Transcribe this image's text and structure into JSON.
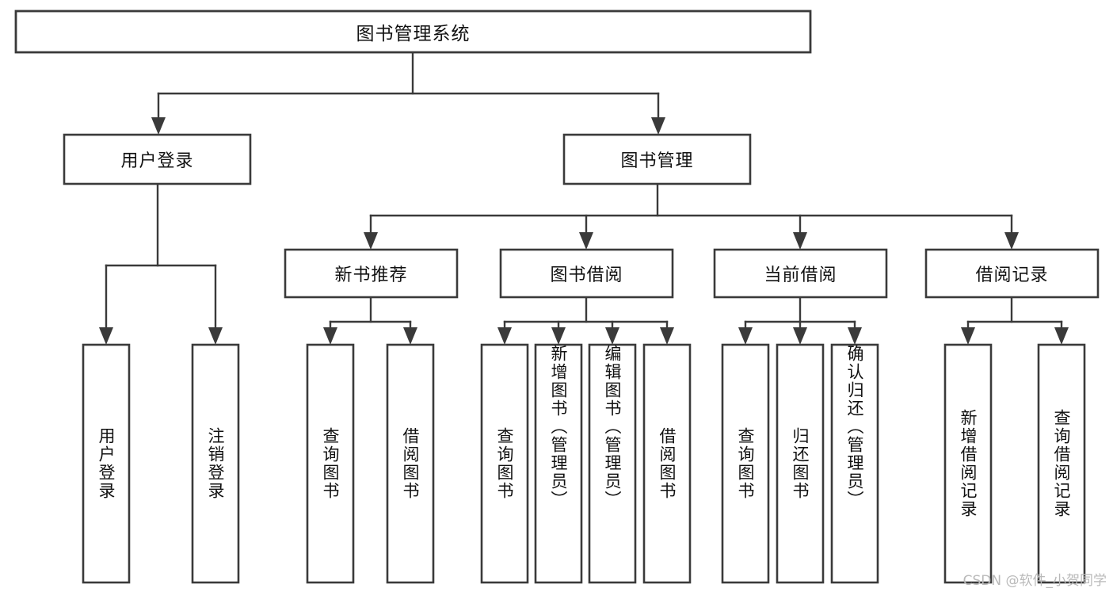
{
  "diagram": {
    "kind": "hierarchy-tree",
    "title": "图书管理系统",
    "levels": {
      "level1": [
        "图书管理系统"
      ],
      "level2": [
        "用户登录",
        "图书管理"
      ],
      "level3": [
        "新书推荐",
        "图书借阅",
        "当前借阅",
        "借阅记录"
      ],
      "level4": [
        "用户登录",
        "注销登录",
        "查询图书",
        "借阅图书",
        "查询图书",
        "新增图书（管理员）",
        "编辑图书（管理员）",
        "借阅图书",
        "查询图书",
        "归还图书",
        "确认归还（管理员）",
        "新增借阅记录",
        "查询借阅记录"
      ]
    },
    "nodes": {
      "root": "图书管理系统",
      "user_login": "用户登录",
      "book_manage": "图书管理",
      "new_book_rec": "新书推荐",
      "book_borrow": "图书借阅",
      "current_borrow": "当前借阅",
      "borrow_record": "借阅记录",
      "leaf_user_login": "用户登录",
      "leaf_logout": "注销登录",
      "leaf_query_book_a": "查询图书",
      "leaf_borrow_book_a": "借阅图书",
      "leaf_query_book_b": "查询图书",
      "leaf_add_book": "新增图书（管理员）",
      "leaf_edit_book": "编辑图书（管理员）",
      "leaf_borrow_book_b": "借阅图书",
      "leaf_query_book_c": "查询图书",
      "leaf_return_book": "归还图书",
      "leaf_confirm_return": "确认归还（管理员）",
      "leaf_add_record": "新增借阅记录",
      "leaf_query_record": "查询借阅记录"
    },
    "colors": {
      "box_fill": "#ffffff",
      "box_stroke": "#3a3a3a",
      "line": "#3a3a3a",
      "text": "#111111",
      "watermark": "#b9b9b9",
      "background": "#ffffff"
    }
  },
  "watermark": {
    "text": "CSDN @软件_小贺同学"
  }
}
